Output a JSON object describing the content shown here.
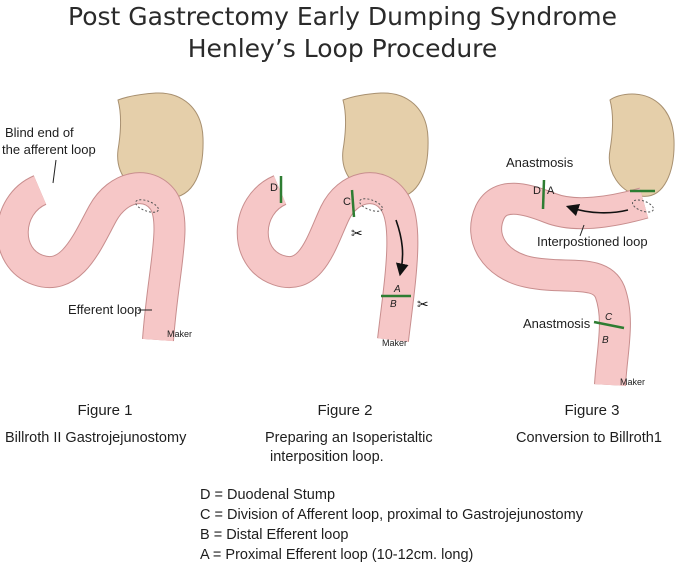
{
  "title": {
    "line1": "Post Gastrectomy Early Dumping Syndrome",
    "line2": "Henley’s Loop Procedure"
  },
  "figure1": {
    "blind_end_line1": "Blind end of",
    "blind_end_line2": "the afferent loop",
    "efferent": "Efferent loop",
    "maker": "Maker",
    "label": "Figure 1",
    "caption": "Billroth II Gastrojejunostomy"
  },
  "figure2": {
    "D": "D",
    "C": "C",
    "A": "A",
    "B": "B",
    "maker": "Maker",
    "label": "Figure 2",
    "caption_line1": "Preparing an Isoperistaltic",
    "caption_line2": "interposition loop."
  },
  "figure3": {
    "anastomosis_top": "Anastmosis",
    "anastomosis_bottom": "Anastmosis",
    "D": "D",
    "A": "A",
    "C": "C",
    "B": "B",
    "interposed": "Interpostioned loop",
    "maker": "Maker",
    "label": "Figure 3",
    "caption": "Conversion to Billroth1"
  },
  "legend": [
    "D = Duodenal Stump",
    "C = Division of Afferent loop, proximal to Gastrojejunostomy",
    "B = Distal Efferent loop",
    "A = Proximal Efferent loop (10-12cm. long)"
  ],
  "colors": {
    "intestine": "#f6c7c7",
    "intestine_stroke": "#c88e8e",
    "stomach": "#e5cfaa",
    "stomach_stroke": "#a89070",
    "suture": "#2e7d32"
  }
}
